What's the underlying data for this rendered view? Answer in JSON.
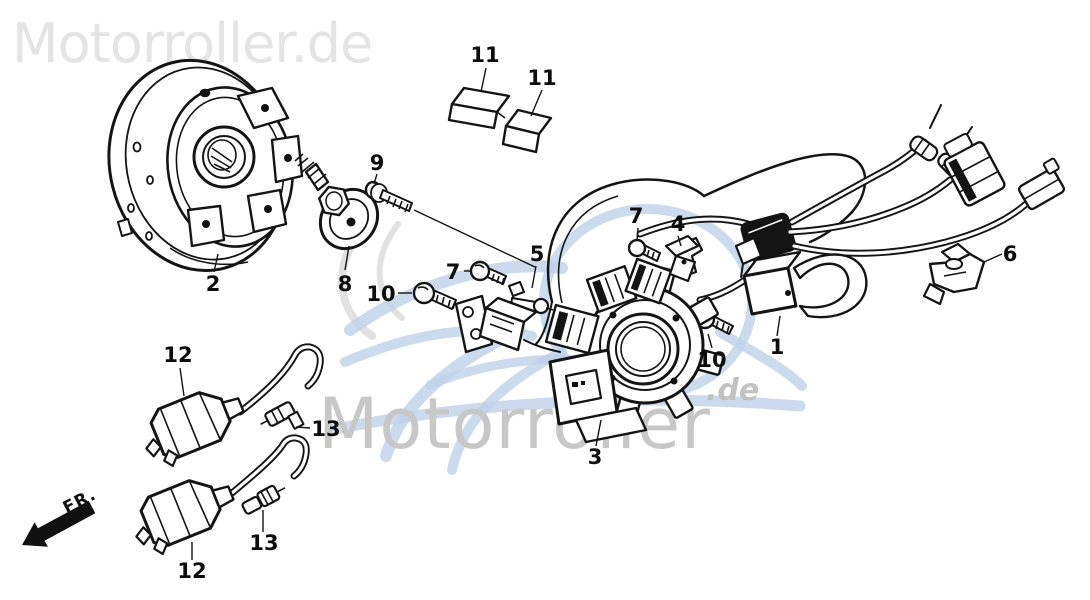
{
  "watermarks": {
    "top_left": "Motorroller.de",
    "center_text": "Motorroller",
    "center_suffix": ".de"
  },
  "direction": {
    "front_label": "FR."
  },
  "diagram": {
    "type": "exploded-parts-diagram",
    "labels": {
      "l1": "1",
      "l2": "2",
      "l3": "3",
      "l4": "4",
      "l5": "5",
      "l6": "6",
      "l7a": "7",
      "l7b": "7",
      "l8": "8",
      "l9": "9",
      "l10a": "10",
      "l10b": "10",
      "l11a": "11",
      "l11b": "11",
      "l12a": "12",
      "l12b": "12",
      "l13a": "13",
      "l13b": "13"
    },
    "colors": {
      "ink": "#141414",
      "watermark_light": "#e4e4e4",
      "watermark_mid": "#c7c7c7",
      "swoosh_blue": "#bed1e9"
    }
  }
}
